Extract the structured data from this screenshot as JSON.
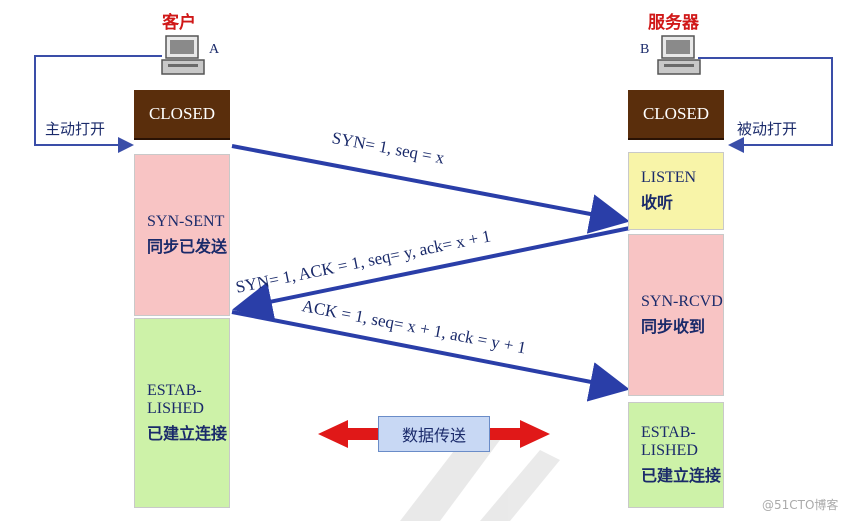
{
  "client": {
    "title": "客户",
    "letter": "A",
    "side_label": "主动打开"
  },
  "server": {
    "title": "服务器",
    "letter": "B",
    "side_label": "被动打开"
  },
  "states": {
    "closed": "CLOSED",
    "syn_sent_en": "SYN-SENT",
    "syn_sent_cn": "同步已发送",
    "listen_en": "LISTEN",
    "listen_cn": "收听",
    "syn_rcvd_en": "SYN-RCVD",
    "syn_rcvd_cn": "同步收到",
    "established_en": "ESTAB-LISHED",
    "established_cn": "已建立连接"
  },
  "messages": {
    "syn": "SYN= 1, seq = x",
    "syn_ack": "SYN= 1, ACK = 1, seq= y, ack= x + 1",
    "ack": "ACK = 1, seq= x + 1, ack = y + 1"
  },
  "data_transfer": "数据传送",
  "watermark": "@51CTO博客",
  "colors": {
    "closed": "#5a2e0c",
    "syn_sent": "#f8c4c4",
    "listen": "#f8f4a8",
    "syn_rcvd": "#f8c4c4",
    "established": "#cdf2a8",
    "arrow_blue": "#2a3ea8",
    "arrow_red": "#e01818"
  }
}
